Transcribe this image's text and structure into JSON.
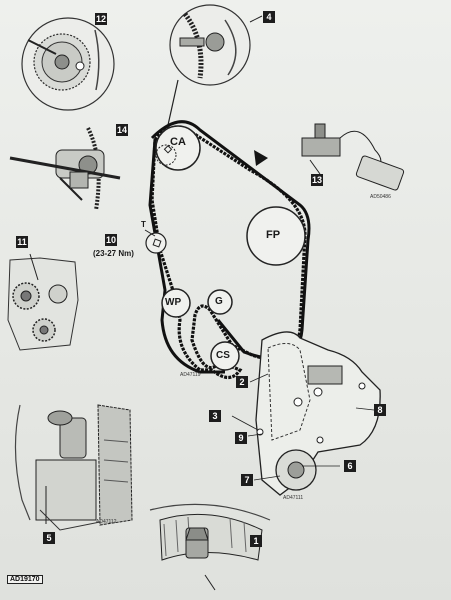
{
  "callouts": {
    "c1": "1",
    "c2": "2",
    "c3": "3",
    "c4": "4",
    "c5": "5",
    "c6": "6",
    "c7": "7",
    "c8": "8",
    "c9": "9",
    "c10": "10",
    "c11": "11",
    "c12": "12",
    "c13": "13",
    "c14": "14"
  },
  "pulley_labels": {
    "camshaft": "CA",
    "fuel_pump": "FP",
    "water_pump": "WP",
    "guide": "G",
    "crankshaft": "CS",
    "tensioner": "T"
  },
  "torque_spec": "(23-27 Nm)",
  "figure_refs": {
    "belt": "AD47119",
    "cover": "AD47111",
    "lower_left": "AD47112",
    "tool": "AD50486"
  },
  "document_ref": "AD19170"
}
